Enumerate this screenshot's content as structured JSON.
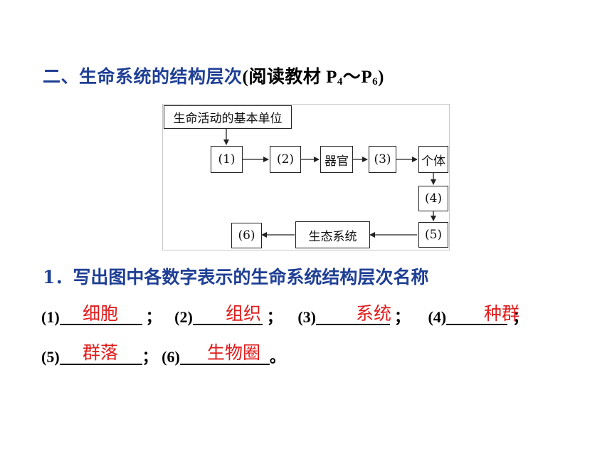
{
  "heading": {
    "main": "二、生命系统的结构层次",
    "ref_prefix": "(阅读教材 P",
    "ref_sub1": "4",
    "ref_tilde": "～P",
    "ref_sub2": "6",
    "ref_suffix": ")"
  },
  "diagram": {
    "top_box": "生命活动的基本单位",
    "boxes": [
      "(1)",
      "(2)",
      "器官",
      "(3)",
      "个体",
      "(4)",
      "(5)",
      "生态系统",
      "(6)"
    ]
  },
  "question": {
    "text": "1．写出图中各数字表示的生命系统结构层次名称"
  },
  "answers": {
    "labels": [
      "(1)",
      "(2)",
      "(3)",
      "(4)",
      "(5)",
      "(6)"
    ],
    "values": [
      "细胞",
      "组织",
      "系统",
      "种群",
      "群落",
      "生物圈"
    ],
    "sep": "；",
    "end": "。"
  }
}
